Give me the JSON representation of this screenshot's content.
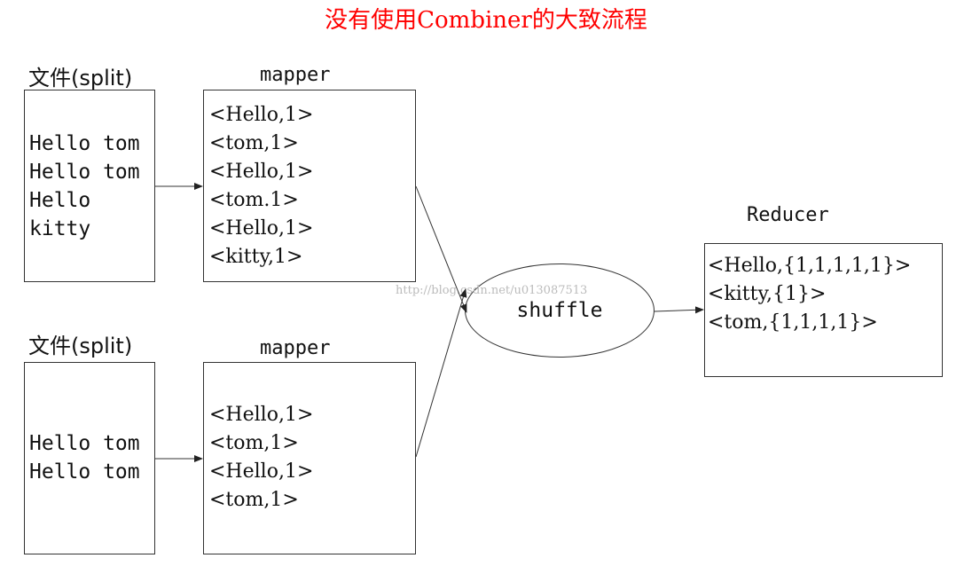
{
  "diagram": {
    "title": "没有使用Combiner的大致流程",
    "split_label": "文件(split)",
    "mapper_label": "mapper",
    "reducer_label": "Reducer",
    "shuffle_label": "shuffle",
    "watermark": "http://blog.csdn.net/u013087513",
    "split1_lines": [
      "Hello tom",
      "Hello tom",
      "Hello",
      "kitty"
    ],
    "split2_lines": [
      "Hello tom",
      "Hello tom"
    ],
    "mapper1_lines": [
      "<Hello,1>",
      "<tom,1>",
      "<Hello,1>",
      "<tom.1>",
      "<Hello,1>",
      "<kitty,1>"
    ],
    "mapper2_lines": [
      "<Hello,1>",
      "<tom,1>",
      "<Hello,1>",
      "<tom,1>"
    ],
    "reducer_lines": [
      "<Hello,{1,1,1,1,1}>",
      "<kitty,{1}>",
      "<tom,{1,1,1,1}>"
    ],
    "colors": {
      "title": "#ff0000",
      "line": "#333333"
    }
  }
}
